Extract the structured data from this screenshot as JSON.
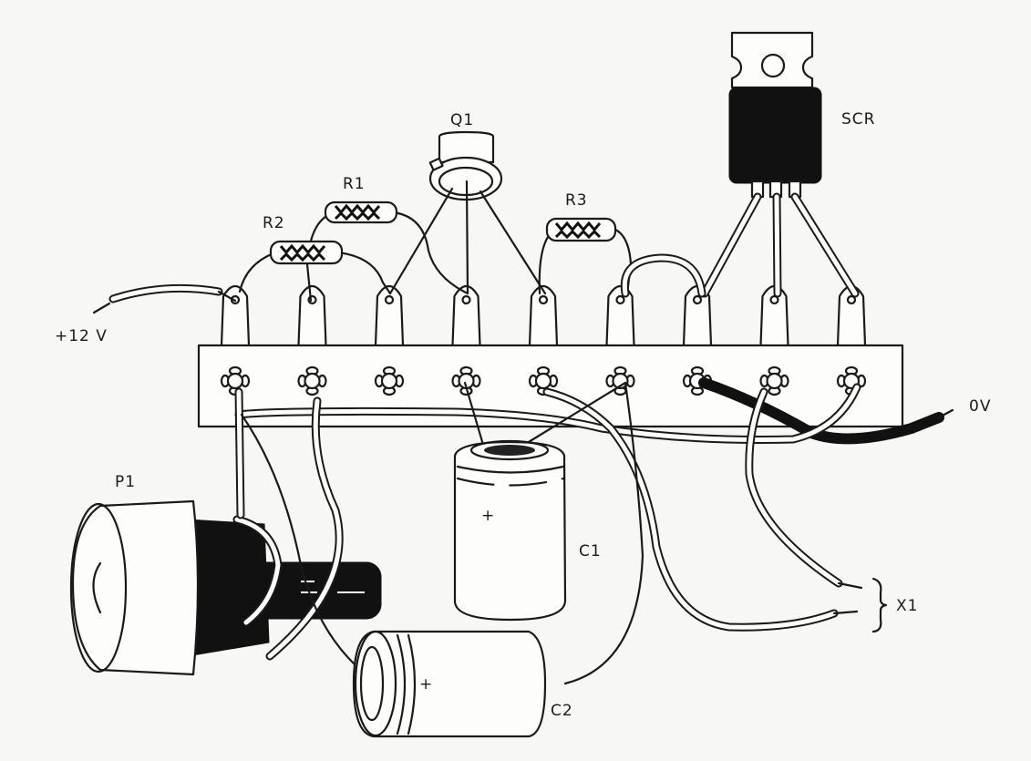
{
  "figure": {
    "title": "Component layout on terminal strip",
    "background": "#f7f7f5",
    "ink_color": "#1a1a1a"
  },
  "labels": {
    "q1": "Q1",
    "scr": "SCR",
    "r1": "R1",
    "r2": "R2",
    "r3": "R3",
    "supply_pos": "+12 V",
    "ground": "0V",
    "p1": "P1",
    "c1": "C1",
    "c2": "C2",
    "x1": "X1",
    "c1_polarity": "+",
    "c2_polarity": "+"
  },
  "terminal_strip": {
    "terminal_count": 9
  },
  "components": [
    {
      "id": "Q1",
      "type": "transistor (TO-5 metal can)"
    },
    {
      "id": "SCR",
      "type": "SCR (TO-220)"
    },
    {
      "id": "R1",
      "type": "resistor"
    },
    {
      "id": "R2",
      "type": "resistor"
    },
    {
      "id": "R3",
      "type": "resistor"
    },
    {
      "id": "P1",
      "type": "potentiometer"
    },
    {
      "id": "C1",
      "type": "electrolytic capacitor"
    },
    {
      "id": "C2",
      "type": "electrolytic capacitor"
    },
    {
      "id": "X1",
      "type": "output terminals"
    }
  ]
}
